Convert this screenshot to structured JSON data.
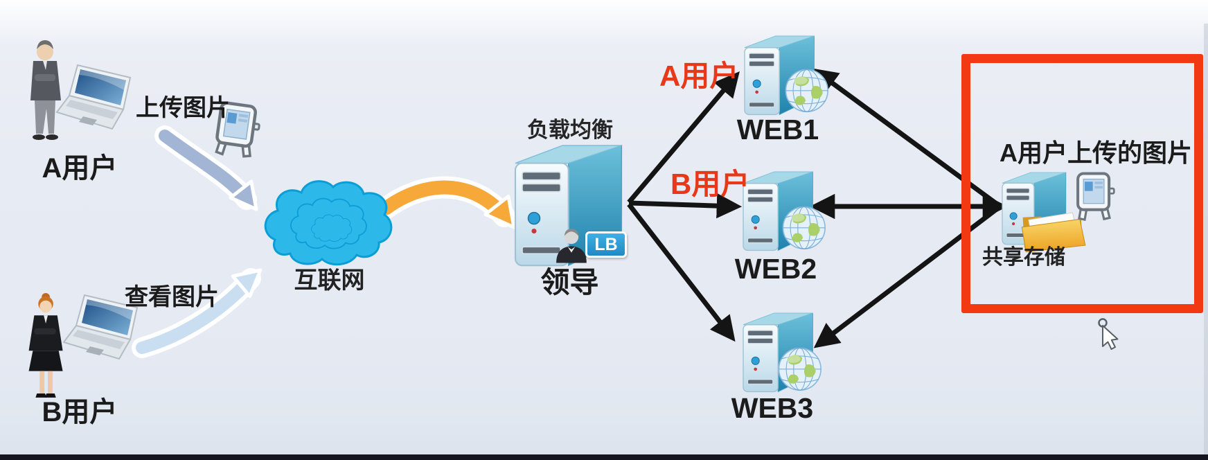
{
  "users": {
    "a": {
      "name": "A用户",
      "action": "上传图片"
    },
    "b": {
      "name": "B用户",
      "action": "查看图片"
    }
  },
  "internet": {
    "label": "互联网"
  },
  "load_balancer": {
    "title": "负载均衡",
    "name": "领导",
    "badge": "LB"
  },
  "web_servers": [
    {
      "label": "WEB1"
    },
    {
      "label": "WEB2"
    },
    {
      "label": "WEB3"
    }
  ],
  "routes": {
    "to_web1_user": "A用户",
    "to_web2_user": "B用户"
  },
  "storage": {
    "caption": "A用户上传的图片",
    "label": "共享存储"
  },
  "colors": {
    "route_label": "#e8381a",
    "highlight_box": "#f23911",
    "badge_bg": "#2a9cd8",
    "cloud": "#2cb9ea",
    "arrow_user_a": "#a3b5d4",
    "arrow_user_b": "#c9def0",
    "arrow_internet": "#f6a839",
    "arrow_black": "#141414"
  }
}
